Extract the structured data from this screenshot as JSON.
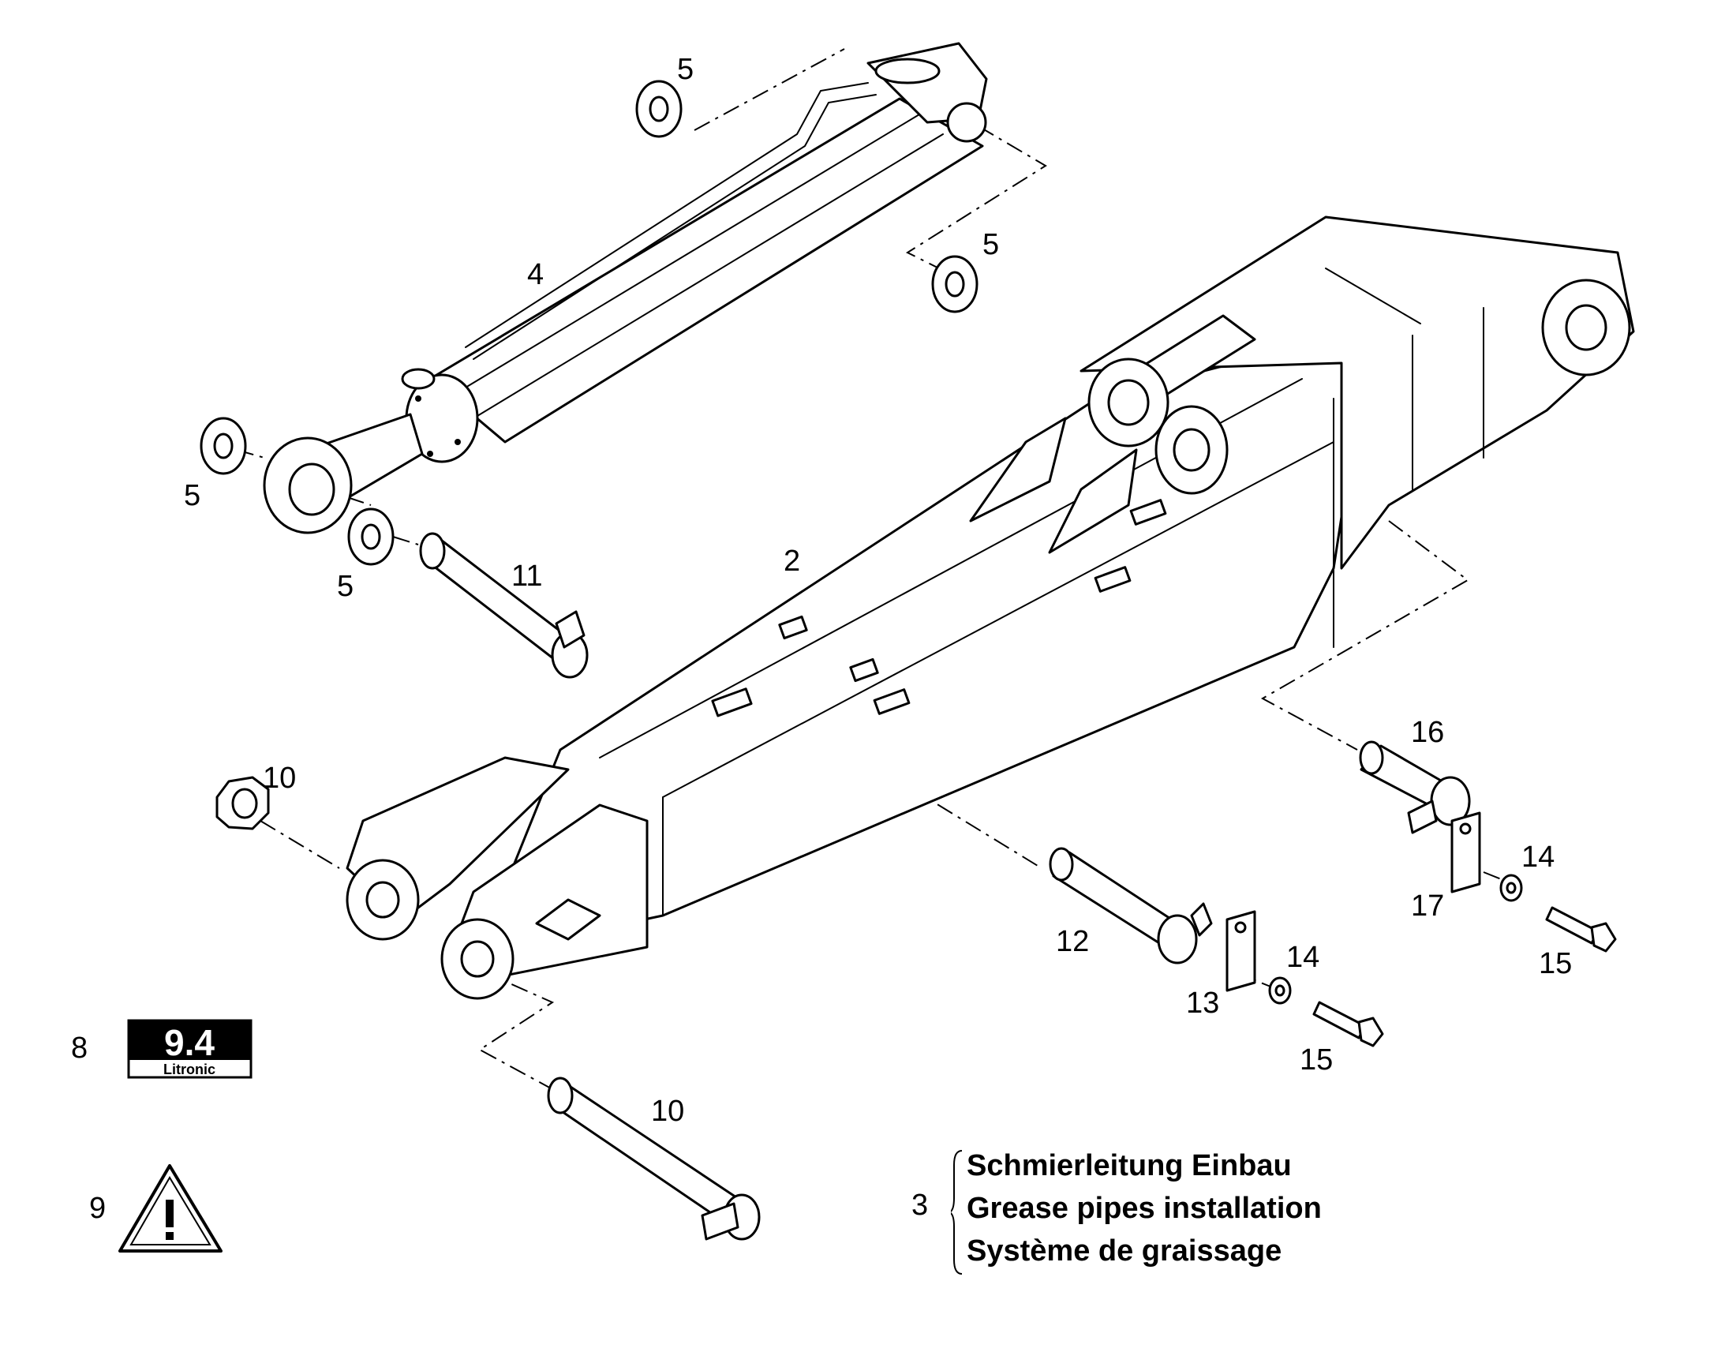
{
  "labels": {
    "l2": "2",
    "l4": "4",
    "l5a": "5",
    "l5b": "5",
    "l5c": "5",
    "l5d": "5",
    "l8": "8",
    "l9": "9",
    "l10a": "10",
    "l10b": "10",
    "l11": "11",
    "l12": "12",
    "l13": "13",
    "l14a": "14",
    "l14b": "14",
    "l15a": "15",
    "l15b": "15",
    "l16": "16",
    "l17": "17"
  },
  "note": {
    "number": "3",
    "lines": [
      "Schmierleitung Einbau",
      "Grease pipes installation",
      "Système de graissage"
    ]
  },
  "decal": {
    "model": "9.4",
    "brand": "Litronic"
  },
  "icons": [
    "warning-triangle-icon",
    "model-decal-icon"
  ]
}
